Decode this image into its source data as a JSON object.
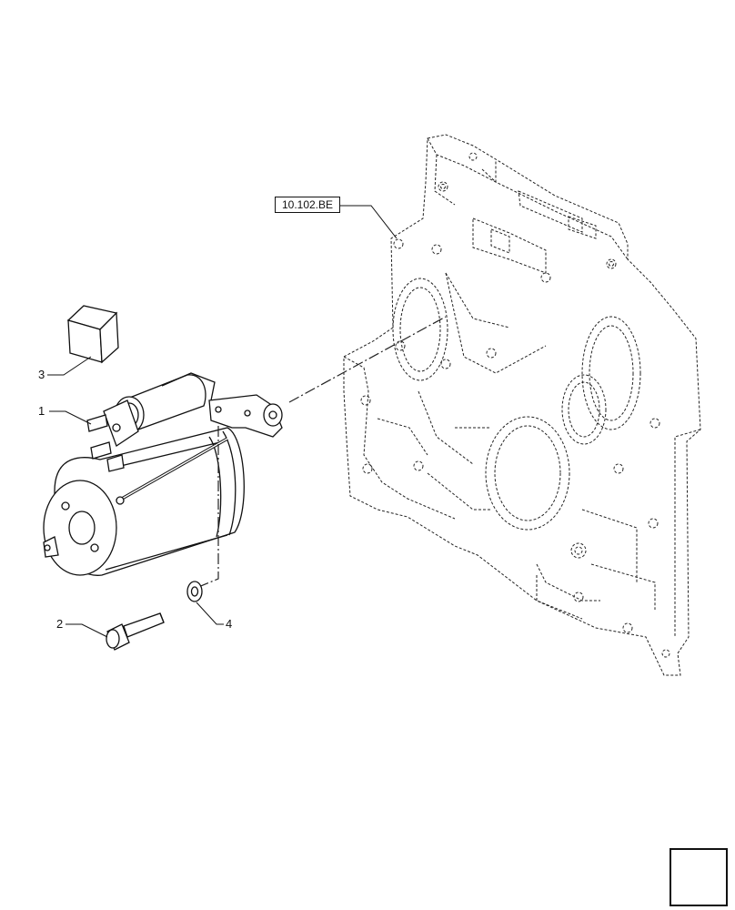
{
  "diagram": {
    "reference": "10.102.BE",
    "callouts": [
      {
        "id": "1",
        "label": "1"
      },
      {
        "id": "2",
        "label": "2"
      },
      {
        "id": "3",
        "label": "3"
      },
      {
        "id": "4",
        "label": "4"
      }
    ],
    "nav_icon": "arrow-left-icon",
    "line_color": "#111111",
    "background": "#ffffff"
  }
}
